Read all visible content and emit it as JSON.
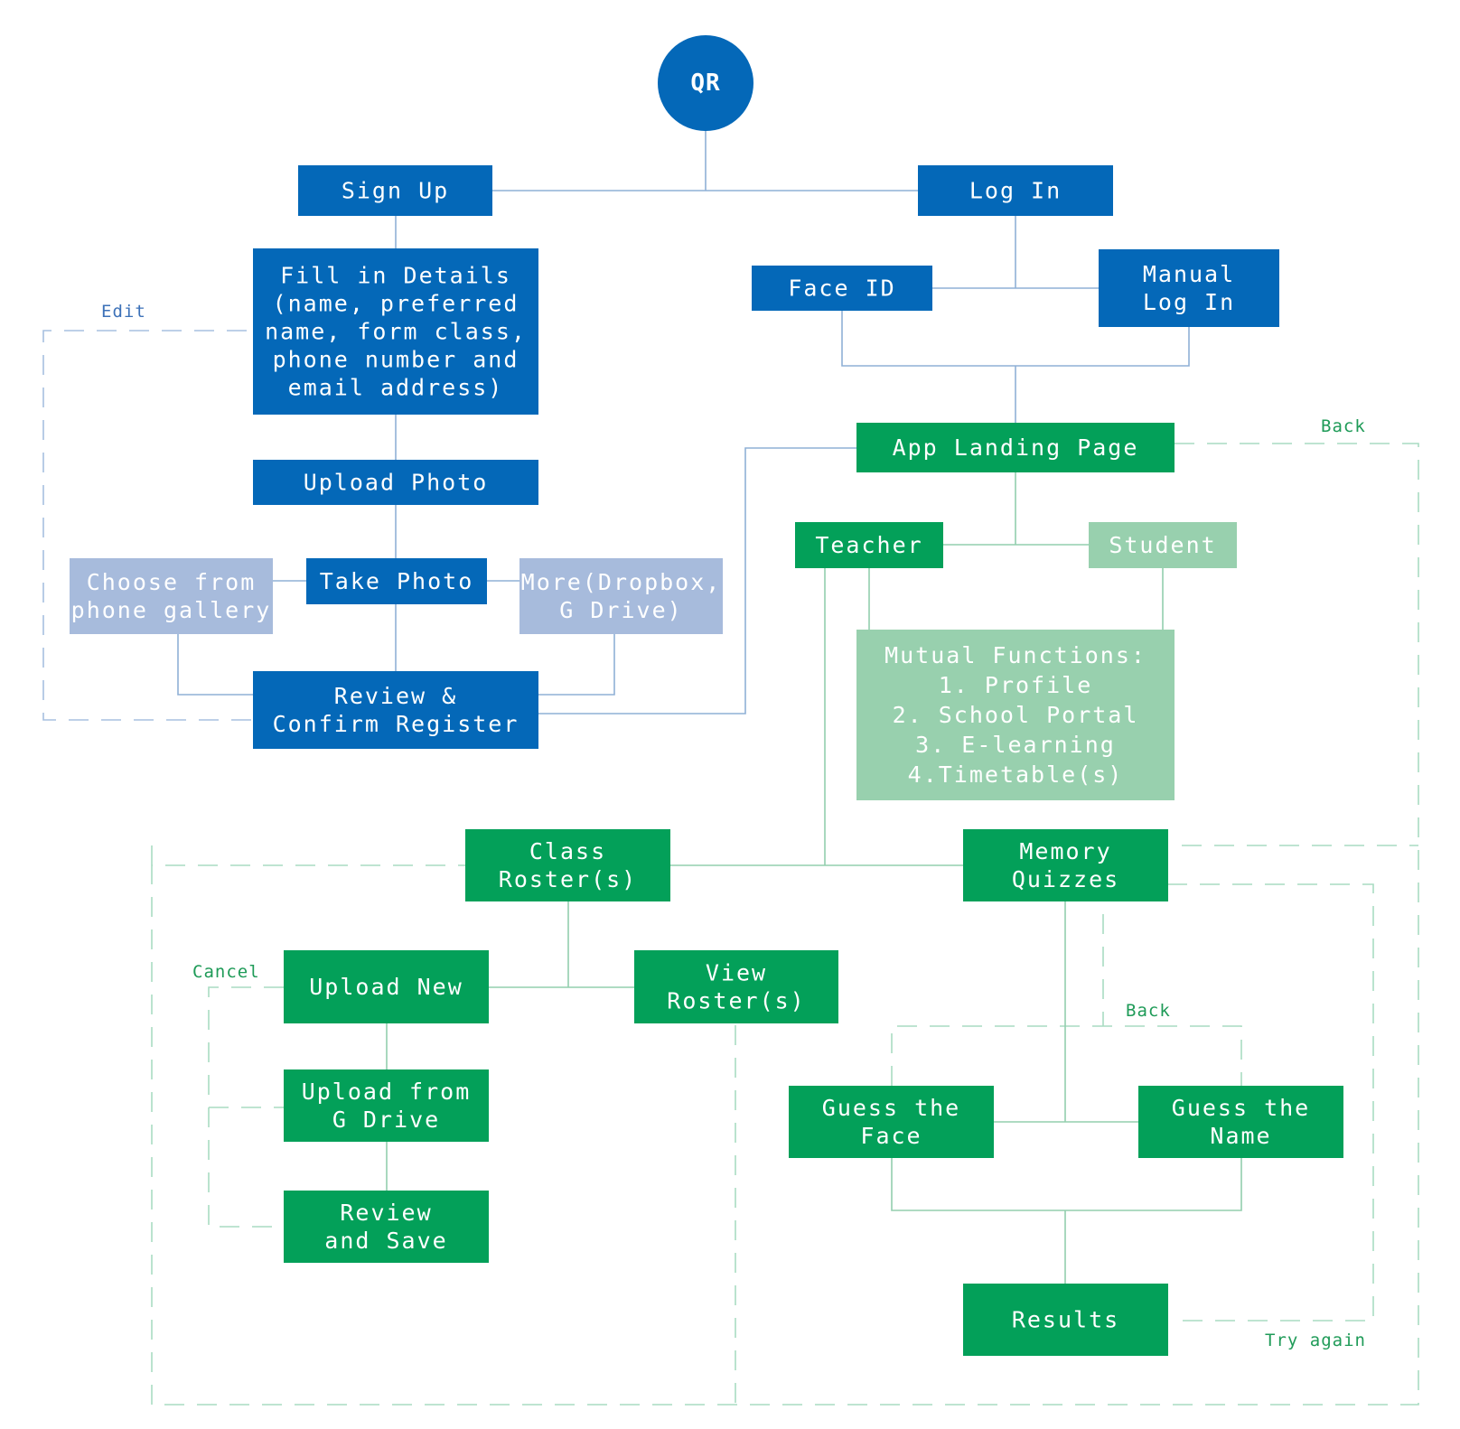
{
  "colors": {
    "blue": "#0468b8",
    "light_blue": "#a7bbdc",
    "green": "#03a059",
    "light_green": "#98d0ae",
    "blue_connector": "#8fb0d6",
    "green_connector": "#93cfae",
    "blue_dash": "#a7c0e0",
    "green_dash": "#a9dcc2",
    "blue_note": "#3c71b8",
    "green_note": "#1f9b58"
  },
  "nodes": {
    "qr": {
      "lines": [
        "QR"
      ]
    },
    "sign_up": {
      "lines": [
        "Sign Up"
      ]
    },
    "log_in": {
      "lines": [
        "Log In"
      ]
    },
    "fill_details": {
      "lines": [
        "Fill in Details",
        "(name, preferred",
        "name, form class,",
        "phone number and",
        "email address)"
      ]
    },
    "face_id": {
      "lines": [
        "Face ID"
      ]
    },
    "manual_log_in": {
      "lines": [
        "Manual",
        "Log In"
      ]
    },
    "upload_photo": {
      "lines": [
        "Upload Photo"
      ]
    },
    "app_landing": {
      "lines": [
        "App Landing Page"
      ]
    },
    "choose_gallery": {
      "lines": [
        "Choose from",
        "phone gallery"
      ]
    },
    "take_photo": {
      "lines": [
        "Take Photo"
      ]
    },
    "more_sources": {
      "lines": [
        "More(Dropbox,",
        "G Drive)"
      ]
    },
    "teacher": {
      "lines": [
        "Teacher"
      ]
    },
    "student": {
      "lines": [
        "Student"
      ]
    },
    "mutual_functions": {
      "lines": [
        "Mutual Functions:",
        "1. Profile",
        "2. School Portal",
        "3. E-learning",
        "4.Timetable(s)"
      ]
    },
    "review_confirm": {
      "lines": [
        "Review &",
        "Confirm Register"
      ]
    },
    "class_roster": {
      "lines": [
        "Class",
        "Roster(s)"
      ]
    },
    "memory_quizzes": {
      "lines": [
        "Memory",
        "Quizzes"
      ]
    },
    "upload_new": {
      "lines": [
        "Upload New"
      ]
    },
    "view_roster": {
      "lines": [
        "View",
        "Roster(s)"
      ]
    },
    "upload_gdrive": {
      "lines": [
        "Upload from",
        "G Drive"
      ]
    },
    "review_save": {
      "lines": [
        "Review",
        "and Save"
      ]
    },
    "guess_face": {
      "lines": [
        "Guess the",
        "Face"
      ]
    },
    "guess_name": {
      "lines": [
        "Guess the",
        "Name"
      ]
    },
    "results": {
      "lines": [
        "Results"
      ]
    }
  },
  "notes": {
    "edit": "Edit",
    "back_top": "Back",
    "cancel": "Cancel",
    "back_quiz": "Back",
    "try_again": "Try again"
  }
}
